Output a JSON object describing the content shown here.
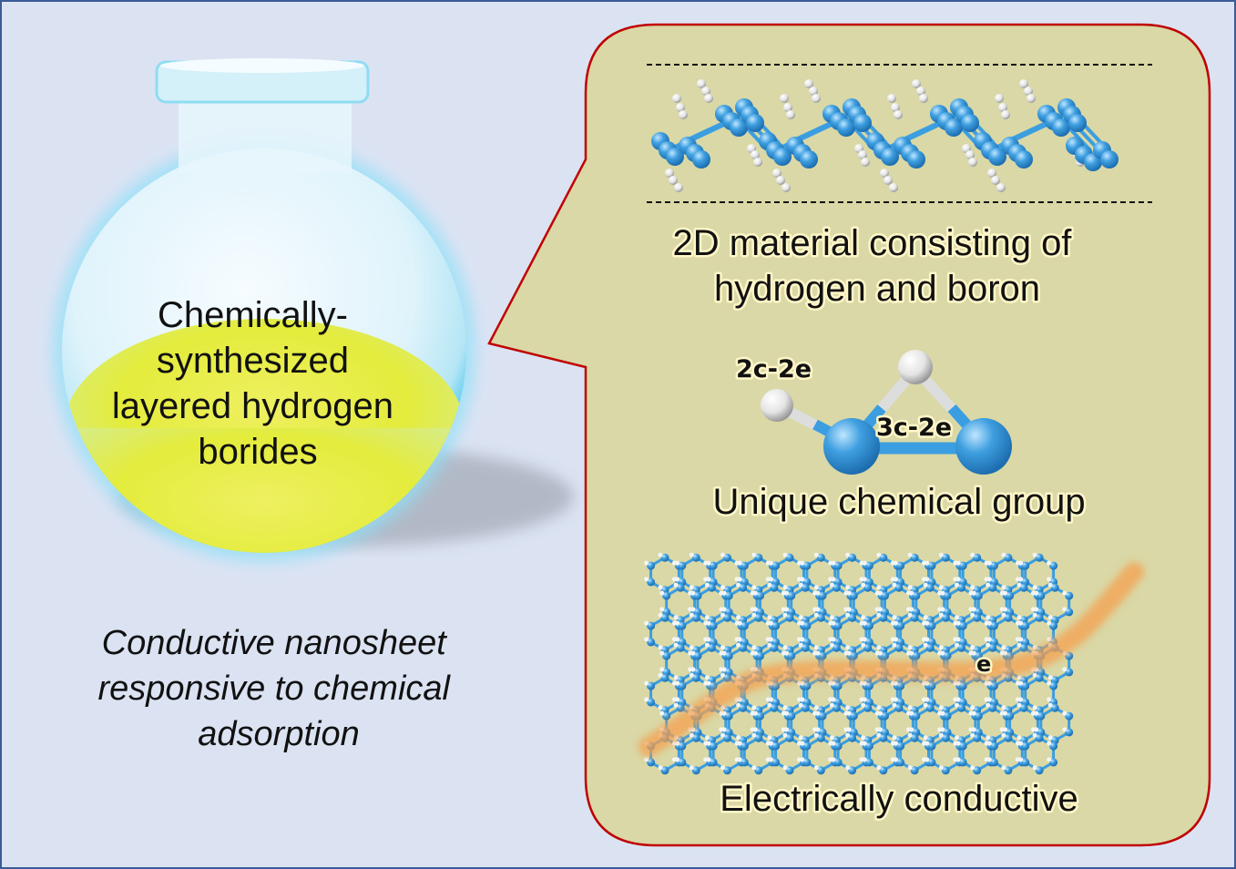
{
  "flask": {
    "label_lines": [
      "Chemically-",
      "synthesized",
      "layered hydrogen",
      "borides"
    ]
  },
  "caption_lines": [
    "Conductive nanosheet",
    "responsive to chemical",
    "adsorption"
  ],
  "callout": {
    "structure_lines": [
      "2D material consisting of",
      "hydrogen and boron"
    ],
    "bond_2c": "2c-2e",
    "bond_3c": "3c-2e",
    "group_label": "Unique chemical group",
    "electron_label": "e",
    "conductive_label": "Electrically conductive"
  },
  "colors": {
    "background": "#dbe3f3",
    "frame": "#3b5a9a",
    "callout_fill": "#d9d8a6",
    "callout_stroke": "#c00000",
    "boron": "#3b9ee0",
    "hydrogen": "#f0f0f0",
    "electron_path": "#f5a050"
  }
}
